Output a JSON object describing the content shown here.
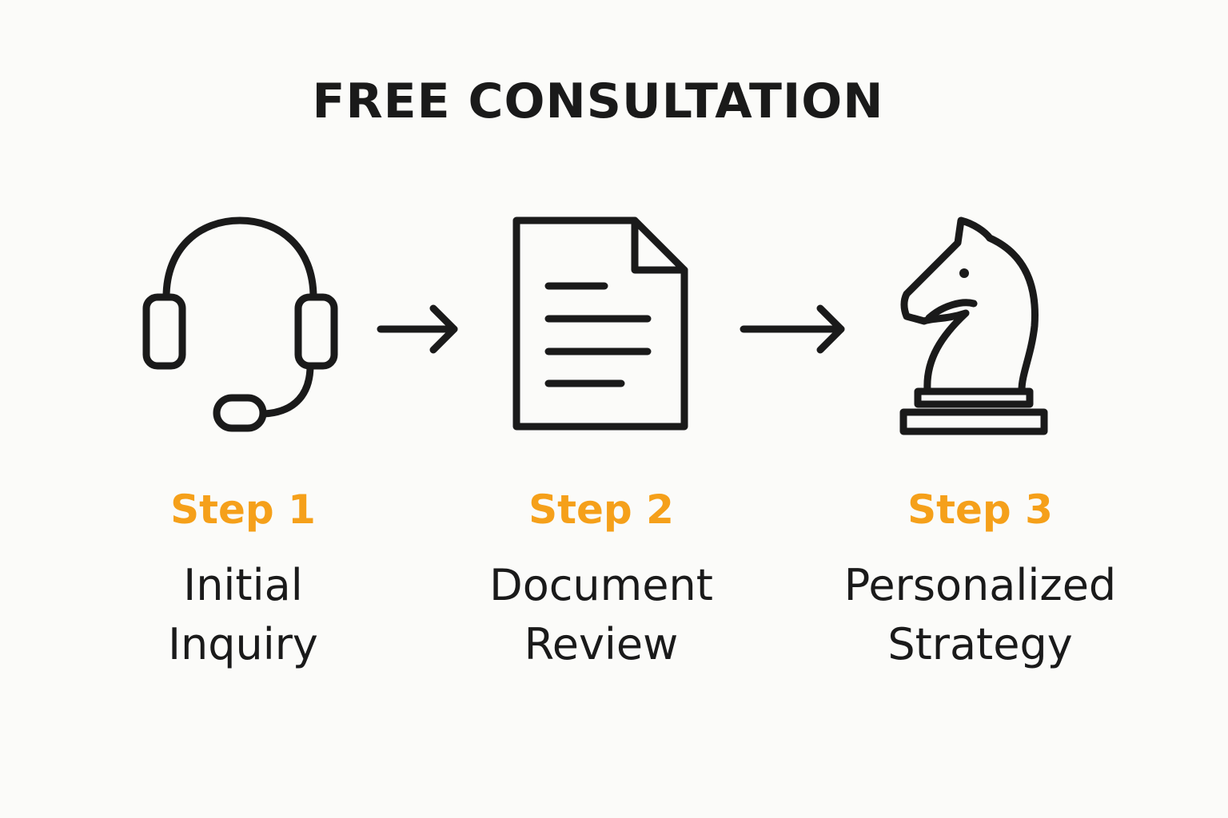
{
  "title": "FREE CONSULTATION",
  "colors": {
    "accent": "#f5a01a",
    "ink": "#1a1a1a",
    "background": "#fbfbf9"
  },
  "steps": [
    {
      "label": "Step 1",
      "desc_line1": "Initial",
      "desc_line2": "Inquiry",
      "icon": "headset-icon"
    },
    {
      "label": "Step 2",
      "desc_line1": "Document",
      "desc_line2": "Review",
      "icon": "document-icon"
    },
    {
      "label": "Step 3",
      "desc_line1": "Personalized",
      "desc_line2": "Strategy",
      "icon": "chess-knight-icon"
    }
  ],
  "connectors": [
    "arrow-right-icon",
    "arrow-right-icon"
  ]
}
